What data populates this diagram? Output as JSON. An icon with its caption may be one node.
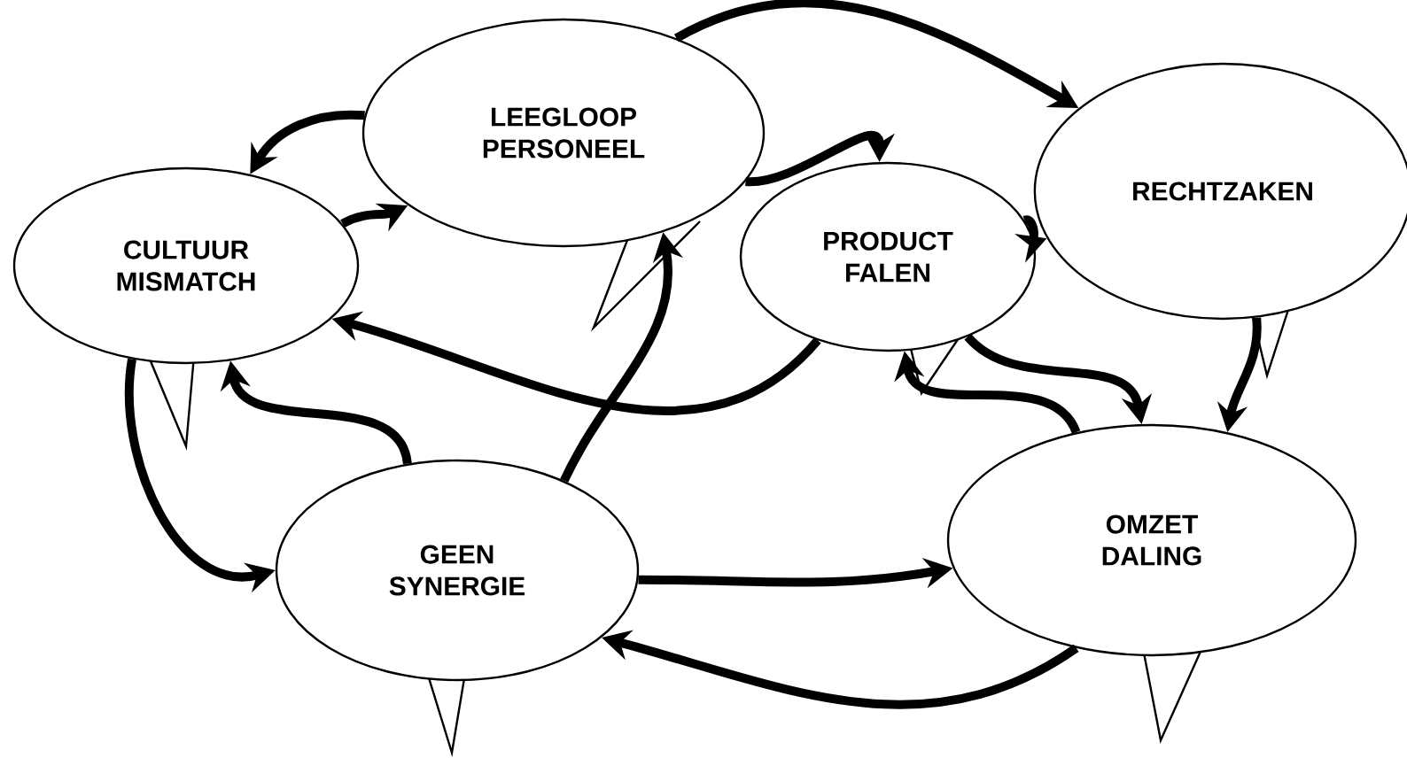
{
  "diagram": {
    "nodes": [
      {
        "text": [
          "LEEGLOOP PERSONEEL"
        ]
      },
      {
        "text": [
          "CULTUUR MISMATCH"
        ]
      },
      {
        "text": [
          "PRODUCT FALEN"
        ]
      },
      {
        "text": [
          "RECHTZAKEN"
        ]
      },
      {
        "text": [
          "GEEN SYNERGIE"
        ]
      },
      {
        "text": [
          "OMZET DALING"
        ]
      }
    ],
    "edges": [
      {
        "from": 0,
        "to": 1,
        "arrow": "to"
      },
      {
        "from": 1,
        "to": 0,
        "arrow": "to"
      },
      {
        "from": 0,
        "to": 2,
        "arrow": "to"
      },
      {
        "from": 0,
        "to": 3,
        "arrow": "to"
      },
      {
        "from": 2,
        "to": 3,
        "arrow": "to"
      },
      {
        "from": 2,
        "to": 1,
        "arrow": "to"
      },
      {
        "from": 3,
        "to": 5,
        "arrow": "to"
      },
      {
        "from": 2,
        "to": 5,
        "arrow": "to"
      },
      {
        "from": 5,
        "to": 2,
        "arrow": "to"
      },
      {
        "from": 1,
        "to": 4,
        "arrow": "to"
      },
      {
        "from": 4,
        "to": 1,
        "arrow": "to"
      },
      {
        "from": 4,
        "to": 0,
        "arrow": "to"
      },
      {
        "from": 4,
        "to": 5,
        "arrow": "to"
      },
      {
        "from": 5,
        "to": 4,
        "arrow": "to"
      }
    ]
  }
}
